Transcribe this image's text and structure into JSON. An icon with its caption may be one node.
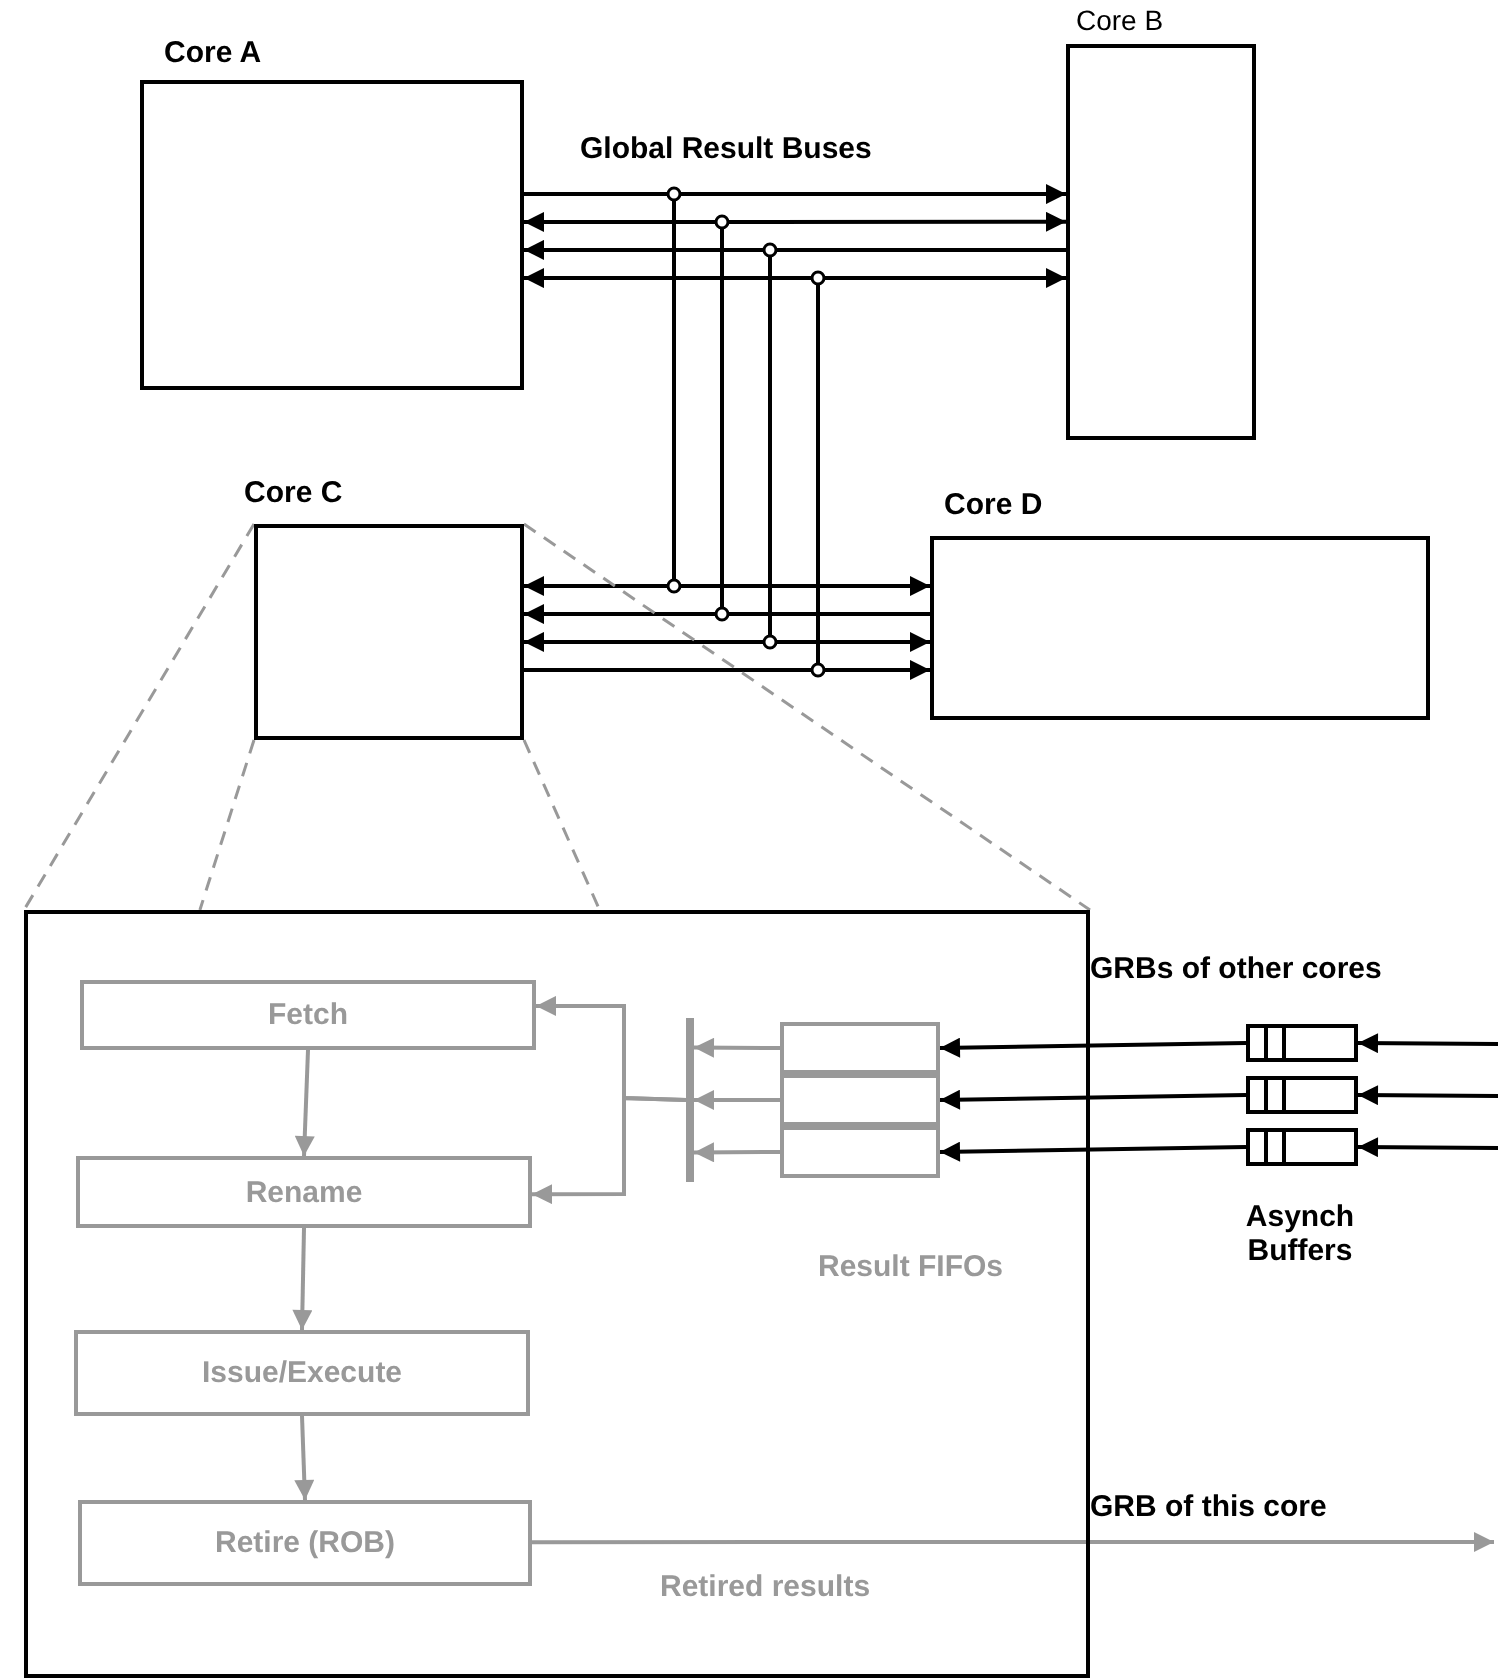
{
  "diagram": {
    "nodes": [
      {
        "text": [
          "Core A"
        ]
      },
      {
        "text": [
          "Core B"
        ]
      },
      {
        "text": [
          "Core C"
        ]
      },
      {
        "text": [
          "Core D"
        ]
      },
      {
        "text": [],
        "shape": "box"
      },
      {
        "text": [
          "Fetch"
        ],
        "in": 4
      },
      {
        "text": [
          "Rename"
        ],
        "in": 4
      },
      {
        "text": [
          "Issue/Execute"
        ],
        "in": 4
      },
      {
        "text": [
          "Retire (ROB)"
        ],
        "in": 4
      },
      {
        "text": [],
        "shape": "box",
        "in": 4
      },
      {
        "text": [],
        "shape": "box",
        "in": 4
      },
      {
        "text": [],
        "shape": "box",
        "in": 4
      },
      {
        "text": [],
        "shape": "box"
      },
      {
        "text": [],
        "shape": "box"
      },
      {
        "text": [],
        "shape": "box"
      },
      {
        "text": [],
        "shape": "bar",
        "in": 4
      }
    ],
    "edges": [
      {
        "from": 0,
        "to": 1,
        "arrow": "to"
      },
      {
        "from": 0,
        "to": 1,
        "arrow": "both"
      },
      {
        "from": 1,
        "to": 0,
        "arrow": "to"
      },
      {
        "from": 0,
        "to": 1,
        "arrow": "both"
      },
      {
        "from": 2,
        "to": 3,
        "arrow": "both"
      },
      {
        "from": 3,
        "to": 2,
        "arrow": "to"
      },
      {
        "from": 2,
        "to": 3,
        "arrow": "both"
      },
      {
        "from": 2,
        "to": 3,
        "arrow": "to"
      },
      {
        "from": 2,
        "to": 4,
        "arrow": "none",
        "style": "dashed",
        "color": "#999999"
      },
      {
        "from": 2,
        "to": 4,
        "arrow": "none",
        "style": "dashed",
        "color": "#999999"
      },
      {
        "from": 2,
        "to": 4,
        "arrow": "none",
        "style": "dashed",
        "color": "#999999"
      },
      {
        "from": 2,
        "to": 4,
        "arrow": "none",
        "style": "dashed",
        "color": "#999999"
      },
      {
        "from": 5,
        "to": 6,
        "arrow": "to",
        "color": "#999999"
      },
      {
        "from": 6,
        "to": 7,
        "arrow": "to",
        "color": "#999999"
      },
      {
        "from": 7,
        "to": 8,
        "arrow": "to",
        "color": "#999999"
      },
      {
        "from": 9,
        "to": 15,
        "arrow": "to",
        "color": "#999999"
      },
      {
        "from": 10,
        "to": 15,
        "arrow": "to",
        "color": "#999999"
      },
      {
        "from": 11,
        "to": 15,
        "arrow": "to",
        "color": "#999999"
      },
      {
        "from": 15,
        "to": 5,
        "arrow": "to",
        "color": "#999999"
      },
      {
        "from": 15,
        "to": 6,
        "arrow": "to",
        "color": "#999999"
      },
      {
        "from": null,
        "to": 12,
        "arrow": "to"
      },
      {
        "from": null,
        "to": 13,
        "arrow": "to"
      },
      {
        "from": null,
        "to": 14,
        "arrow": "to"
      },
      {
        "from": 12,
        "to": 9,
        "arrow": "to"
      },
      {
        "from": 13,
        "to": 10,
        "arrow": "to"
      },
      {
        "from": 14,
        "to": 11,
        "arrow": "to"
      },
      {
        "from": 8,
        "to": null,
        "arrow": "to",
        "label": "Retired results",
        "color": "#999999"
      }
    ],
    "labels": [
      "Global Result Buses",
      "GRBs of other cores",
      "Result FIFOs",
      "Asynch Buffers",
      "GRB of this core"
    ]
  }
}
